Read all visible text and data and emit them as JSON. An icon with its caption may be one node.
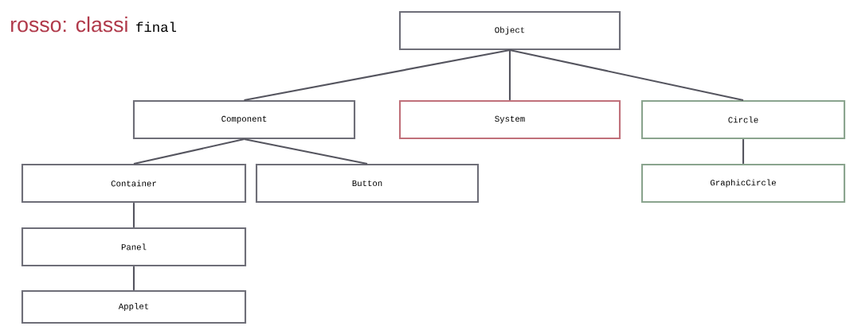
{
  "diagram": {
    "nodes": [
      {
        "text": [
          "Object"
        ]
      },
      {
        "text": [
          "Component"
        ]
      },
      {
        "text": [
          "System"
        ]
      },
      {
        "text": [
          "Circle"
        ]
      },
      {
        "text": [
          "Container"
        ]
      },
      {
        "text": [
          "Button"
        ]
      },
      {
        "text": [
          "GraphicCircle"
        ]
      },
      {
        "text": [
          "Panel"
        ]
      },
      {
        "text": [
          "Applet"
        ]
      }
    ],
    "edges": [
      {
        "from": 0,
        "to": 1,
        "arrow": "none"
      },
      {
        "from": 0,
        "to": 2,
        "arrow": "none"
      },
      {
        "from": 0,
        "to": 3,
        "arrow": "none"
      },
      {
        "from": 1,
        "to": 4,
        "arrow": "none"
      },
      {
        "from": 1,
        "to": 5,
        "arrow": "none"
      },
      {
        "from": 3,
        "to": 6,
        "arrow": "none"
      },
      {
        "from": 4,
        "to": 7,
        "arrow": "none"
      },
      {
        "from": 7,
        "to": 8,
        "arrow": "none"
      }
    ],
    "labels": [
      "rosso: classi",
      "final"
    ]
  }
}
